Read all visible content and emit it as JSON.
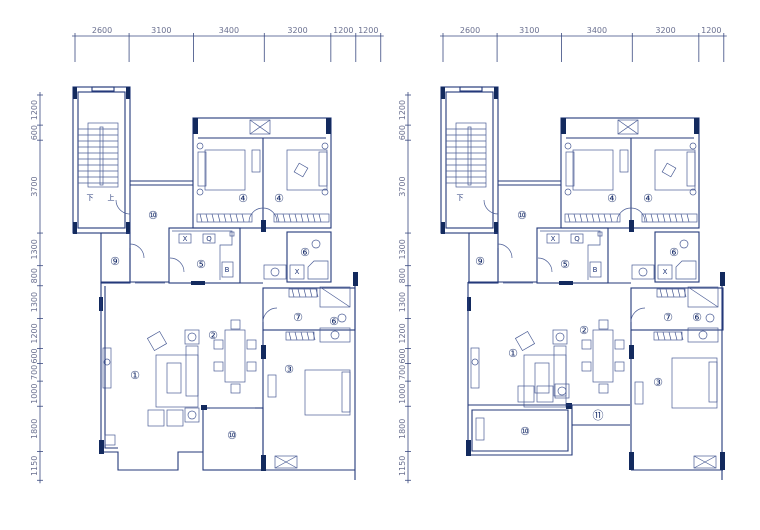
{
  "colors": {
    "line": "#24397a",
    "column": "#132a5e",
    "background": "#ffffff"
  },
  "plans": [
    {
      "top_dimensions": [
        "2600",
        "3100",
        "3400",
        "3200",
        "1200",
        "1200"
      ],
      "side_dimensions": [
        "1200",
        "600",
        "3700",
        "1300",
        "800",
        "1300",
        "1200",
        "600",
        "700",
        "1000",
        "1800",
        "1150"
      ],
      "stair_labels": {
        "down": "下",
        "up": "上"
      },
      "fixtures": {
        "k1": "X",
        "k2": "Q",
        "k3": "B",
        "b1": "X"
      },
      "rooms": {
        "r10a": "⑩",
        "r4a": "④",
        "r4b": "④",
        "r5": "⑤",
        "r9": "⑨",
        "r6a": "⑥",
        "r6b": "⑥",
        "r7": "⑦",
        "r2": "②",
        "r1": "①",
        "r3": "③",
        "r10b": "⑩"
      }
    },
    {
      "top_dimensions": [
        "2600",
        "3100",
        "3400",
        "3200",
        "1200"
      ],
      "side_dimensions": [
        "1200",
        "600",
        "3700",
        "1300",
        "800",
        "1300",
        "1200",
        "600",
        "700",
        "1000",
        "1800",
        "1150"
      ],
      "stair_labels": {
        "down": "下"
      },
      "fixtures": {
        "k1": "X",
        "k2": "Q",
        "k3": "B",
        "b1": "X"
      },
      "rooms": {
        "r10a": "⑩",
        "r4a": "④",
        "r4b": "④",
        "r5": "⑤",
        "r9": "⑨",
        "r6a": "⑥",
        "r6b": "⑥",
        "r7": "⑦",
        "r2": "②",
        "r1": "①",
        "r3": "③",
        "r10b": "⑩",
        "r11": "⑪"
      }
    }
  ]
}
